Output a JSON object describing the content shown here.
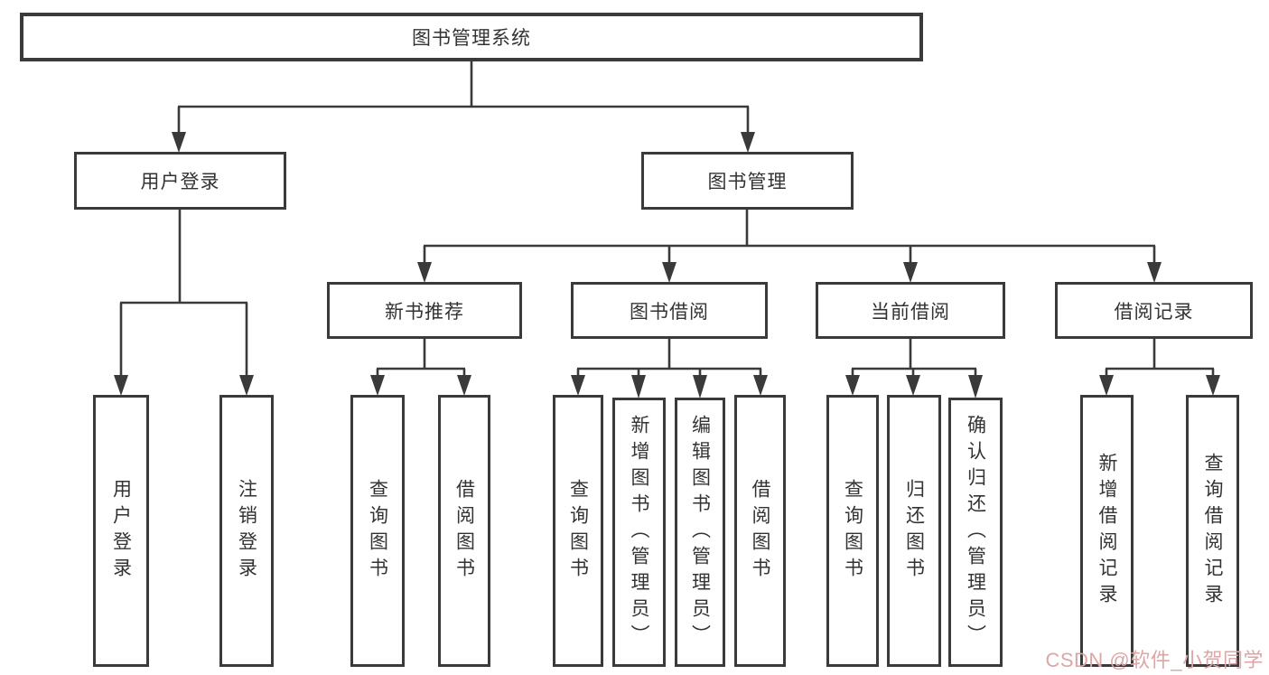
{
  "diagram": {
    "title": "图书管理系统",
    "type": "functional-structure-tree",
    "colors": {
      "background": "#ffffff",
      "box_border": "#3a3a3a",
      "line": "#3a3a3a",
      "text": "#333333",
      "watermark": "#dca6a6"
    },
    "tree": {
      "root": {
        "label": "图书管理系统"
      },
      "level2": [
        {
          "id": "user-login",
          "label": "用户登录",
          "parent": "root"
        },
        {
          "id": "book-management",
          "label": "图书管理",
          "parent": "root"
        }
      ],
      "level3": [
        {
          "id": "new-book-recommend",
          "label": "新书推荐",
          "parent": "book-management"
        },
        {
          "id": "book-borrowing",
          "label": "图书借阅",
          "parent": "book-management"
        },
        {
          "id": "current-borrowing",
          "label": "当前借阅",
          "parent": "book-management"
        },
        {
          "id": "borrowing-records",
          "label": "借阅记录",
          "parent": "book-management"
        }
      ],
      "leaves": [
        {
          "id": "leaf-user-login",
          "label": "用户登录",
          "parent": "user-login"
        },
        {
          "id": "leaf-logout",
          "label": "注销登录",
          "parent": "user-login"
        },
        {
          "id": "leaf-query-books-1",
          "label": "查询图书",
          "parent": "new-book-recommend"
        },
        {
          "id": "leaf-borrow-books-1",
          "label": "借阅图书",
          "parent": "new-book-recommend"
        },
        {
          "id": "leaf-query-books-2",
          "label": "查询图书",
          "parent": "book-borrowing"
        },
        {
          "id": "leaf-add-books-admin",
          "label": "新增图书（管理员）",
          "parent": "book-borrowing"
        },
        {
          "id": "leaf-edit-books-admin",
          "label": "编辑图书（管理员）",
          "parent": "book-borrowing"
        },
        {
          "id": "leaf-borrow-books-2",
          "label": "借阅图书",
          "parent": "book-borrowing"
        },
        {
          "id": "leaf-query-books-3",
          "label": "查询图书",
          "parent": "current-borrowing"
        },
        {
          "id": "leaf-return-books",
          "label": "归还图书",
          "parent": "current-borrowing"
        },
        {
          "id": "leaf-confirm-return-admin",
          "label": "确认归还（管理员）",
          "parent": "current-borrowing"
        },
        {
          "id": "leaf-add-borrow-record",
          "label": "新增借阅记录",
          "parent": "borrowing-records"
        },
        {
          "id": "leaf-query-borrow-record",
          "label": "查询借阅记录",
          "parent": "borrowing-records"
        }
      ]
    }
  },
  "watermark": {
    "text": "CSDN @软件_小贺同学"
  }
}
